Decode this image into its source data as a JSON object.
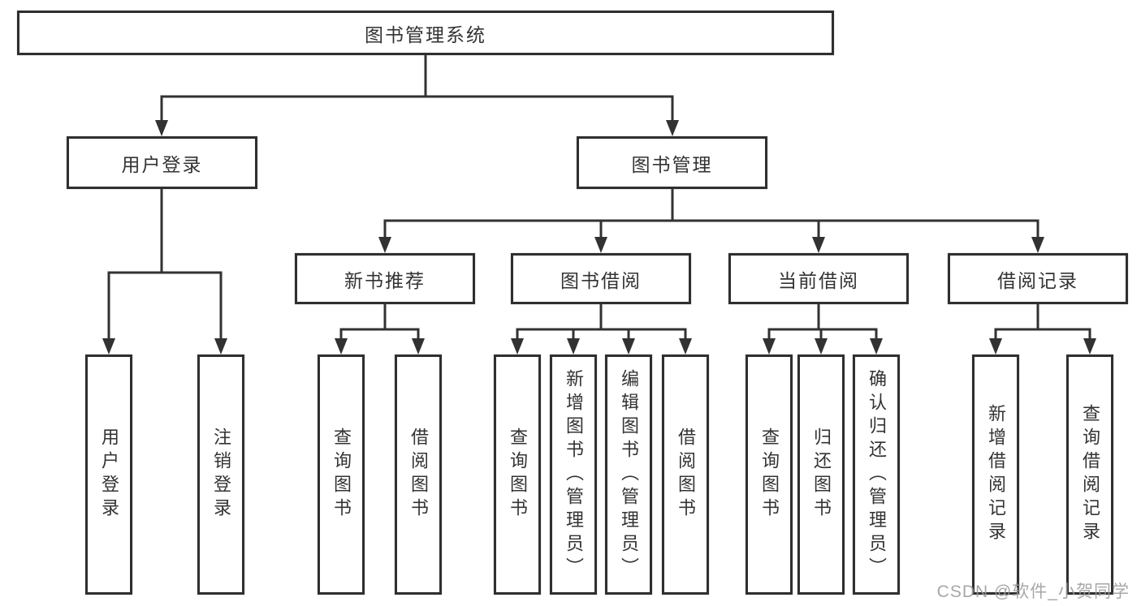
{
  "org": {
    "root": "图书管理系统",
    "level2": [
      {
        "label": "用户登录",
        "leaves": [
          "用户登录",
          "注销登录"
        ]
      },
      {
        "label": "图书管理"
      }
    ],
    "level3": [
      {
        "label": "新书推荐",
        "leaves": [
          "查询图书",
          "借阅图书"
        ]
      },
      {
        "label": "图书借阅",
        "leaves": [
          "查询图书",
          "新增图书（管理员）",
          "编辑图书（管理员）",
          "借阅图书"
        ]
      },
      {
        "label": "当前借阅",
        "leaves": [
          "查询图书",
          "归还图书",
          "确认归还（管理员）"
        ]
      },
      {
        "label": "借阅记录",
        "leaves": [
          "新增借阅记录",
          "查询借阅记录"
        ]
      }
    ]
  },
  "watermark": "CSDN @软件_小贺同学",
  "colors": {
    "line": "#323232",
    "border": "#2f2f2f",
    "text": "#333333",
    "watermark": "#9b9b9b"
  }
}
